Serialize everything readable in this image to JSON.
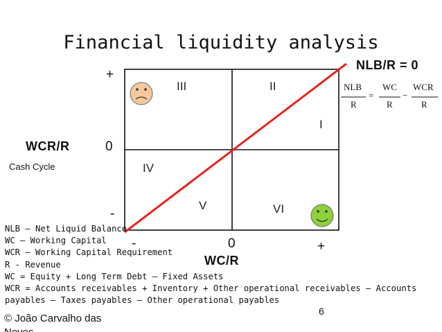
{
  "title": "Financial liquidity analysis",
  "axes": {
    "y_title": "WCR/R",
    "y_subtitle": "Cash Cycle",
    "y_plus": "+",
    "y_zero": "0",
    "y_minus": "-",
    "x_title": "WC/R",
    "x_minus": "-",
    "x_zero": "0",
    "x_plus": "+"
  },
  "regions": [
    "I",
    "II",
    "III",
    "IV",
    "V",
    "VI"
  ],
  "line_label": "NLB/R = 0",
  "formula": {
    "lhs_num": "NLB",
    "lhs_den": "R",
    "equals": "=",
    "t1_num": "WC",
    "t1_den": "R",
    "minus": "−",
    "t2_num": "WCR",
    "t2_den": "R"
  },
  "legend": [
    "NLB – Net Liquid Balance",
    "WC – Working Capital",
    "WCR – Working Capital Requirement",
    "R - Revenue",
    "WC = Equity + Long Term Debt – Fixed Assets",
    "WCR = Accounts receivables + Inventory + Other operational receivables – Accounts",
    "payables – Taxes payables – Other operational payables"
  ],
  "page_number": "6",
  "copyright": "© João Carvalho das Neves",
  "colors": {
    "line": "#e8231a",
    "sad_face": "#f5c99c",
    "happy_face": "#8ed13c"
  },
  "icons": [
    "sad-face-icon",
    "happy-face-icon"
  ]
}
